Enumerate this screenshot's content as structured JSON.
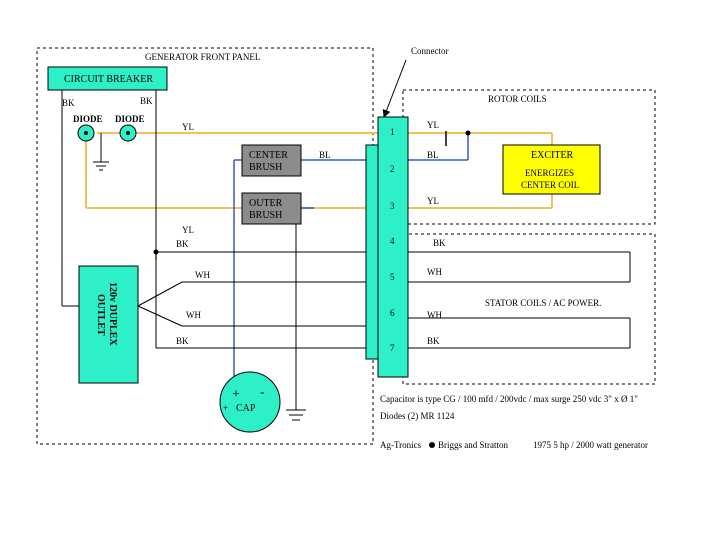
{
  "colors": {
    "teal": "#2ef0c8",
    "gray": "#8c8c8c",
    "yellow_box": "#ffff00",
    "yellow_wire": "#f2c25a",
    "blue_wire": "#3a5bbf",
    "black": "#000000"
  },
  "panel": {
    "title": "GENERATOR FRONT PANEL"
  },
  "connector": {
    "label": "Connector",
    "pins": [
      "1",
      "2",
      "3",
      "4",
      "5",
      "6",
      "7"
    ]
  },
  "rotor": {
    "title": "ROTOR COILS",
    "exciter_lines": [
      "EXCITER",
      "ENERGIZES",
      "CENTER COIL"
    ]
  },
  "stator": {
    "title": "STATOR COILS / AC POWER."
  },
  "circuit_breaker": {
    "label": "CIRCUIT BREAKER"
  },
  "diodes": {
    "left": "DIODE",
    "right": "DIODE"
  },
  "brushes": {
    "center": [
      "CENTER",
      "BRUSH"
    ],
    "outer": [
      "OUTER",
      "BRUSH"
    ]
  },
  "outlet": {
    "lines": [
      "120v DUPLEX",
      "OUTLET"
    ]
  },
  "capacitor": {
    "plus": "+",
    "minus": "-",
    "plus_small": "+",
    "label": "CAP"
  },
  "wire_labels": {
    "bk_left": "BK",
    "bk_right": "BK",
    "yl_top": "YL",
    "bl_center": "BL",
    "yl_mid": "YL",
    "bk_mid": "BK",
    "wh_upper": "WH",
    "wh_lower": "WH",
    "bk_lower": "BK",
    "yl_pin1": "YL",
    "bl_pin2": "BL",
    "yl_pin3": "YL",
    "bk_pin4": "BK",
    "wh_pin5": "WH",
    "wh_pin6": "WH",
    "bk_pin7": "BK"
  },
  "notes": {
    "capacitor": "Capacitor is type CG / 100 mfd / 200vdc / max surge 250 vdc  3\" x Ø 1\"",
    "diodes": "Diodes (2)  MR 1124",
    "brand_left": "Ag-Tronics",
    "brand_right": "Briggs and Stratton",
    "model": "1975 5 hp / 2000 watt generator"
  }
}
